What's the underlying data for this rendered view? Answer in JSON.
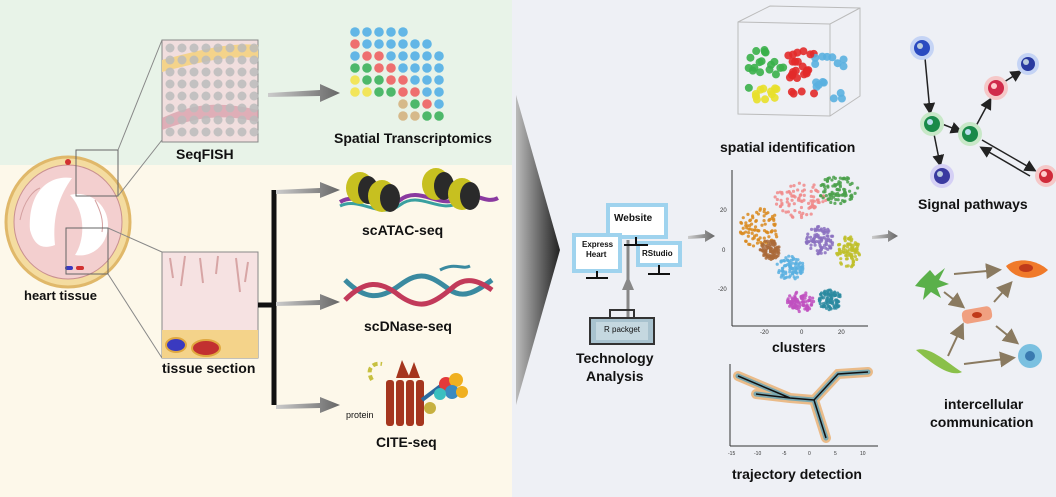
{
  "left": {
    "seqfish_label": "SeqFISH",
    "spatial_label": "Spatial Transcriptomics",
    "heart_label": "heart tissue",
    "section_label": "tissue section",
    "atac_label": "scATAC-seq",
    "dnase_label": "scDNase-seq",
    "cite_label": "CITE-seq",
    "protein_label": "protein"
  },
  "tech": {
    "website": "Website",
    "express_line1": "Express",
    "express_line2": "Heart",
    "rstudio": "RStudio",
    "rpackage": "R packget",
    "analysis_line1": "Technology",
    "analysis_line2": "Analysis"
  },
  "results": {
    "spatial_id": "spatial identification",
    "clusters": "clusters",
    "trajectory": "trajectory detection",
    "signal": "Signal pathways",
    "intercell_line1": "intercellular",
    "intercell_line2": "communication"
  },
  "colors": {
    "top_bg": "#e8f3e8",
    "bottom_bg": "#fdf8ea",
    "right_bg": "#eef0f5",
    "screen_border": "#9fd3ee"
  }
}
